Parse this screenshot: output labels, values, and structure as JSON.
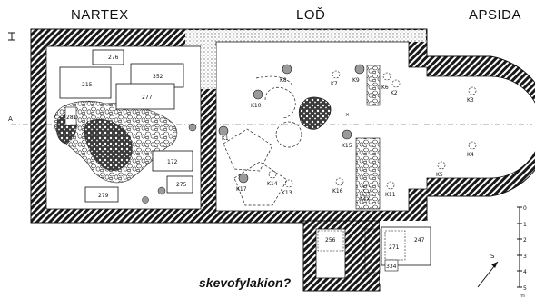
{
  "headings": {
    "nartex": "NARTEX",
    "lod": "LOĎ",
    "apsida": "APSIDA"
  },
  "caption": "skevofylakion?",
  "section_marks": {
    "left": "A",
    "top": "I"
  },
  "nartex_tombs": [
    "276",
    "215",
    "352",
    "277",
    "172",
    "275",
    "279",
    "281"
  ],
  "nave_markers": [
    "K1",
    "K2",
    "K3",
    "K4",
    "K5",
    "K6",
    "K7",
    "K8",
    "K9",
    "K10",
    "K11",
    "K12",
    "K13",
    "K14",
    "K15",
    "K16",
    "K17"
  ],
  "annex_tombs": [
    "256",
    "247",
    "271",
    "334"
  ],
  "scale": {
    "ticks": [
      "0",
      "1",
      "2",
      "3",
      "4",
      "5"
    ],
    "unit": "m",
    "north_label": "S"
  },
  "colors": {
    "wall_hatch": "#1a1a1a",
    "floor": "#ffffff",
    "ink": "#111111",
    "gravel": "#8a8a8a"
  }
}
